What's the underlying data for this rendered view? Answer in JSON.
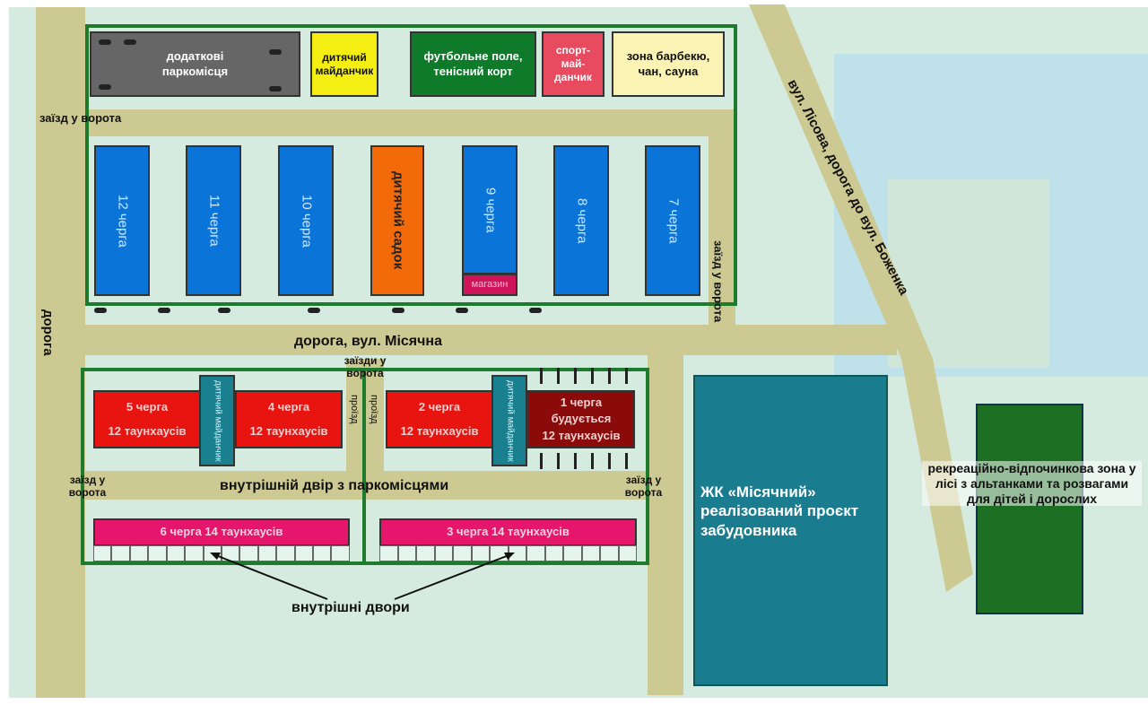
{
  "top_row": {
    "parking": "додаткові паркомісця",
    "playground": "дитячий майданчик",
    "football": "футбольне поле, тенісний корт",
    "sport": "спорт-май-данчик",
    "bbq": "зона барбекю, чан, сауна"
  },
  "roads": {
    "gate_top": "заїзд у ворота",
    "gate_right": "заїзд у ворота",
    "left_road": "дорога",
    "main_road": "дорога, вул. Місячна",
    "diagonal": "вул. Лісова, дорога до вул. Боженка",
    "gates_center": "заїзди у ворота",
    "passage_left": "проїзд",
    "passage_right": "проїзд",
    "gate_lower_left": "заїзд у ворота",
    "gate_lower_right": "заїзд у ворота",
    "inner_yard": "внутрішній двір з паркомісцями",
    "inner_yards": "внутрішні двори"
  },
  "columns": {
    "q12": "12 черга",
    "q11": "11 черга",
    "q10": "10 черга",
    "kindergarten": "дитячий садок",
    "q9": "9 черга",
    "shop": "магазин",
    "q8": "8 черга",
    "q7": "7 черга"
  },
  "lower": {
    "q5a": "5 черга",
    "q5b": "12 таунхаусів",
    "pg1": "дитячий майданчик",
    "q4a": "4 черга",
    "q4b": "12 таунхаусів",
    "q2a": "2 черга",
    "q2b": "12 таунхаусів",
    "pg2": "дитячий майданчик",
    "q1a": "1 черга",
    "q1b": "будується",
    "q1c": "12 таунхаусів",
    "q6": "6 черга 14 таунхаусів",
    "q3": "3 черга 14 таунхаусів"
  },
  "zk": "ЖК «Місячний» реалізований проєкт забудовника",
  "recreation": "рекреаційно-відпочинкова зона у лісі з альтанками та розвагами для дітей і дорослих",
  "colors": {
    "road": "#cdc992",
    "frame": "#1e7a2c",
    "blue": "#0a74d8",
    "red": "#e8140f",
    "teal": "#1a7f8f"
  }
}
